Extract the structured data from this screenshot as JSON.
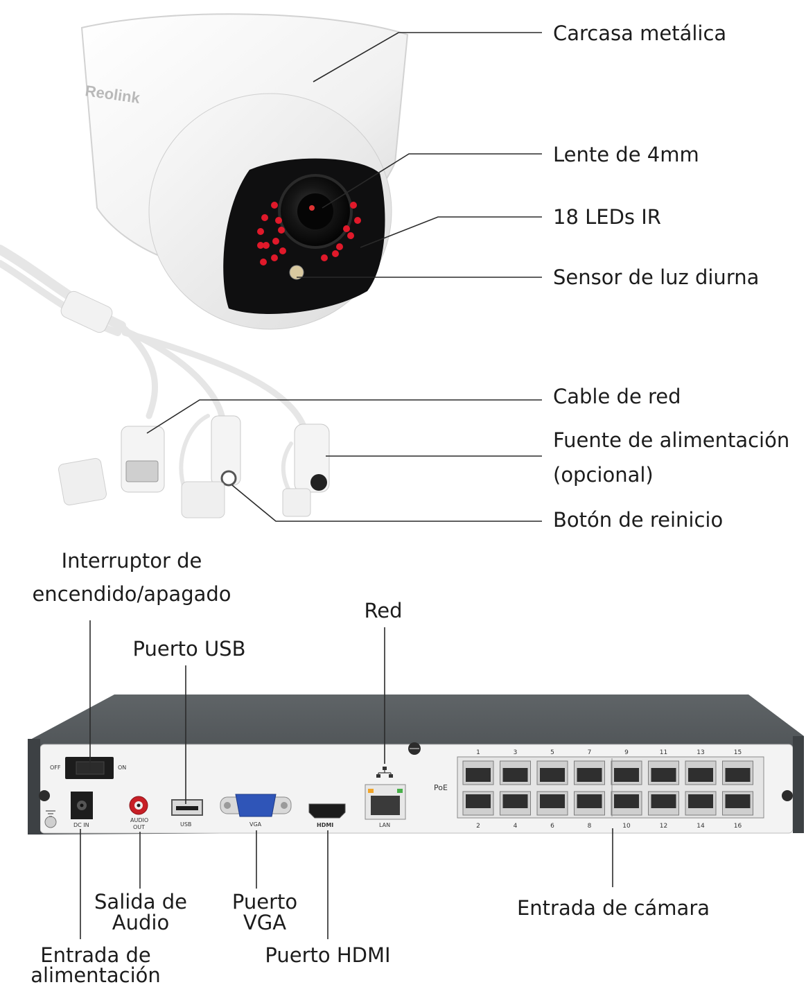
{
  "camera": {
    "brand": "Reolink",
    "labels": {
      "housing": "Carcasa metálica",
      "lens": "Lente de 4mm",
      "ir_leds": "18 LEDs IR",
      "daylight_sensor": "Sensor de luz diurna",
      "network_cable": "Cable de red",
      "power_line1": "Fuente de alimentación",
      "power_line2": "(opcional)",
      "reset_button": "Botón de reinicio"
    }
  },
  "nvr": {
    "labels": {
      "power_switch_line1": "Interruptor de",
      "power_switch_line2": "encendido/apagado",
      "network": "Red",
      "usb_port": "Puerto USB",
      "audio_out_line1": "Salida de",
      "audio_out_line2": "Audio",
      "vga_line1": "Puerto",
      "vga_line2": "VGA",
      "camera_input": "Entrada de cámara",
      "power_in_line1": "Entrada de",
      "power_in_line2": "alimentación",
      "hdmi_port": "Puerto HDMI"
    },
    "panel_text": {
      "off": "OFF",
      "on": "ON",
      "dc_in": "DC IN",
      "audio_out_1": "AUDIO",
      "audio_out_2": "OUT",
      "usb": "USB",
      "vga": "VGA",
      "hdmi": "HDMI",
      "lan": "LAN",
      "poe": "PoE",
      "top_ports": [
        "1",
        "3",
        "5",
        "7",
        "9",
        "11",
        "13",
        "15"
      ],
      "bottom_ports": [
        "2",
        "4",
        "6",
        "8",
        "10",
        "12",
        "14",
        "16"
      ]
    }
  }
}
